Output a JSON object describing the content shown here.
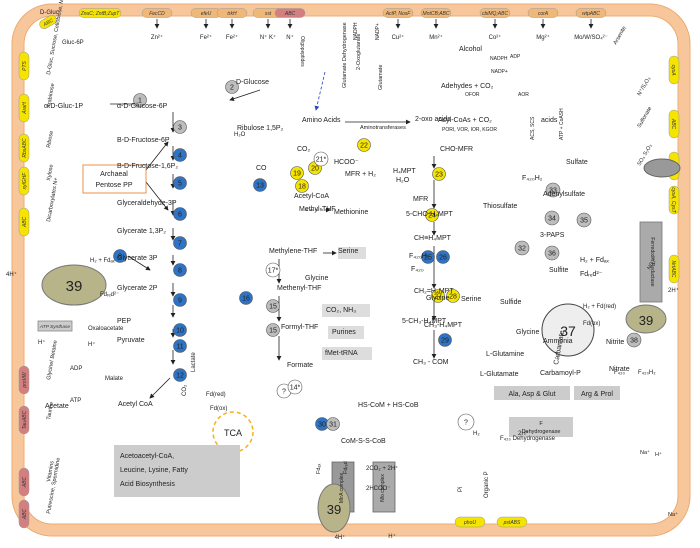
{
  "top_transporters": [
    "ZnuC; ZntB;ZupT",
    "FecCD",
    "efeU",
    "trkH",
    "sst",
    "ABC",
    "ActP, NosF",
    "MntCB;ABC",
    "cbiMQ;ABC",
    "corA",
    "wtpABC"
  ],
  "top_ions": [
    "Zn²⁺",
    "Fe²⁺",
    "Fe²⁺",
    "N⁺ K⁺",
    "N⁺",
    "Cu²⁺",
    "Mn²⁺",
    "Co²⁺",
    "Mg²⁺",
    "Mo/W/SO₄²⁻"
  ],
  "top_misc": [
    "D-Gluc",
    "Gluc-6P",
    "Oligopeptides"
  ],
  "left_transporters": [
    "PTS",
    "AraH",
    "RbsABC",
    "xylGHF",
    "ABC",
    "ATP Synthase",
    "proVW",
    "TauABC",
    "ABC",
    "ABC"
  ],
  "left_substrates": [
    "D-Gluc, Sucrose, Cellobiose, Maltose",
    "Arabinose",
    "Ribose",
    "Xylose",
    "Dicarboxylates N+",
    "Glycine/ Betaine",
    "Taurine",
    "Vitamins",
    "Putrescine, Spermidine"
  ],
  "right_transporters": [
    "cysA",
    "ABC",
    "ABC",
    "cysA, CysT",
    "NrtABC"
  ],
  "right_substrates": [
    "Arsenite",
    "N⁺/S₂O₃",
    "Sulfonate",
    "SO₄ S₂O₃",
    "NO₃²⁻",
    "Na⁺",
    "H⁺",
    "Na⁺"
  ],
  "bottom_transporters": [
    "MtrA complex",
    "Nfo complex",
    "phoU",
    "pstABS"
  ],
  "bottom_ions": [
    "4H⁺",
    "H⁺",
    "Pi",
    "Organic P"
  ],
  "enzyme_node": "39",
  "numbers": [
    "1",
    "2",
    "3",
    "4",
    "5",
    "6",
    "7",
    "8",
    "9",
    "10",
    "11",
    "12",
    "13",
    "14*",
    "15",
    "16",
    "17*",
    "18",
    "19",
    "20",
    "21*",
    "22",
    "23",
    "24",
    "25",
    "26",
    "27",
    "28",
    "29",
    "30",
    "31",
    "32",
    "33",
    "34",
    "35",
    "36",
    "37",
    "38",
    "39",
    "?"
  ],
  "glycolysis": [
    "D-Glucose",
    "α-D-Gluc-1P",
    "α-D-Glucose-6P",
    "B-D-Fructose-6P",
    "B-D-Fructose-1,6P₂",
    "Glyceraldehyde-3P",
    "Glycerate 1,3P₂",
    "Glycerate 3P",
    "Glycerate 2P",
    "PEP",
    "Pyruvate",
    "Acetyl CoA",
    "Acetate"
  ],
  "ppp_label": "Archaeal Pentose PP",
  "c1_compounds": [
    "Ribulose 1,5P₂",
    "CO₂",
    "CO",
    "HCOO⁻",
    "Acetyl-CoA",
    "Methyl-THF",
    "Methionine",
    "Methylene-THF",
    "Methenyl-THF",
    "Formyl-THF",
    "Formate",
    "Serine",
    "Glycine",
    "CO₂, NH₃",
    "Purines",
    "fMet-tRNA",
    "Glycine",
    "Serine"
  ],
  "methano": [
    "CHO-MFR",
    "H₄MPT",
    "MFR",
    "5-CHO-H₄MPT",
    "CH≡H₄MPT",
    "F₄₂₀H₂",
    "F₄₂₀",
    "CH₂=H₄MPT",
    "CH₃-H₄MPT",
    "CH₃ - COM",
    "MFR + H₂",
    "H₂O",
    "5-CH₃-H₄MPT"
  ],
  "coenz": [
    "HS-CoM + HS-CoB",
    "CoM-S-S-CoB",
    "Fdₐₓ",
    "Fdᵣₑd"
  ],
  "amino": [
    "Amino Acids",
    "2-oxo acids",
    "Glutamate Dehydrogenase",
    "Aminotransferases",
    "2-Oxoglutarate",
    "Glutamate",
    "NADPH",
    "NADP+"
  ],
  "acyl": [
    "Alcohol",
    "Adehydes + CO₂",
    "Acyl-CoAs + CO₂",
    "acids",
    "ADP",
    "AOR",
    "OFOR",
    "PORI, VOR, IOR, KGOR",
    "ACS, SCS",
    "ATP + CoASH",
    "NADPH",
    "NADP+"
  ],
  "sulfur": [
    "Sulfate",
    "Adenylsulfate",
    "Thiosulfate",
    "3-PAPS",
    "Sulfite",
    "Sulfide",
    "H₂ + Fdₐₓ",
    "Fdᵣₑd²⁻",
    "F₄₂₀H₂"
  ],
  "nitrogen": [
    "Ammonia",
    "Nitrite",
    "Nitrate",
    "Glycine",
    "L-Glutamine",
    "L-Glutamate",
    "Carbamoyl-P",
    "Carbamate"
  ],
  "products": [
    "Ala, Asp & Glut",
    "Arg & Prol",
    "Acetoacetyl-CoA, Leucine, Lysine, Fatty Acid Biosynthesis",
    "Dehydrogenase"
  ],
  "misc_labels": [
    "TCA",
    "H₂O",
    "ADP",
    "ATP",
    "H⁺",
    "H⁺",
    "4H⁺",
    "2H⁺",
    "H₂ + Fd(red)",
    "Fd(ox)",
    "F₄₂₀ Dehydrogenase",
    "H₂",
    "2H⁺",
    "Oxaloacetate",
    "Malate",
    "Lactate",
    "CO₂",
    "Fd(red)",
    "Fd(ox)",
    "H₂ + Fdₐₓ",
    "Fdᵣₑd²⁻",
    "2CO₂ + 2H⁺",
    "2HCOO⁻",
    "Ferredoxin Reductase",
    "F₄₂₀H₂",
    "F₄₂₀"
  ],
  "colors": {
    "membrane": "#f7c79b",
    "membrane_edge": "#e9a66a",
    "yellow": "#f5e400",
    "blue": "#2f74c4",
    "gray_node": "#bdbdbd",
    "enzyme39": "#b8b48a",
    "red": "#e02020",
    "ppp_border": "#e8761e",
    "tca": "#f3b21a"
  }
}
